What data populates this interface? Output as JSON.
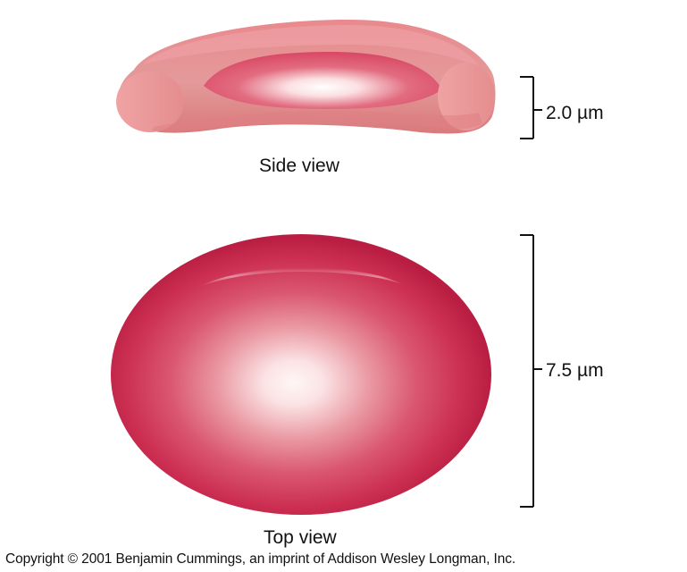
{
  "side_view": {
    "caption": "Side view",
    "thickness_label": "2.0 µm"
  },
  "top_view": {
    "caption": "Top view",
    "diameter_label": "7.5 µm"
  },
  "copyright": "Copyright © 2001 Benjamin Cummings, an imprint of Addison Wesley Longman, Inc.",
  "colors": {
    "cell_light": "#fbe6e8",
    "cell_mid": "#e88a95",
    "cell_dark": "#c8203f",
    "side_body": "#e58a8c",
    "bracket": "#111111"
  }
}
